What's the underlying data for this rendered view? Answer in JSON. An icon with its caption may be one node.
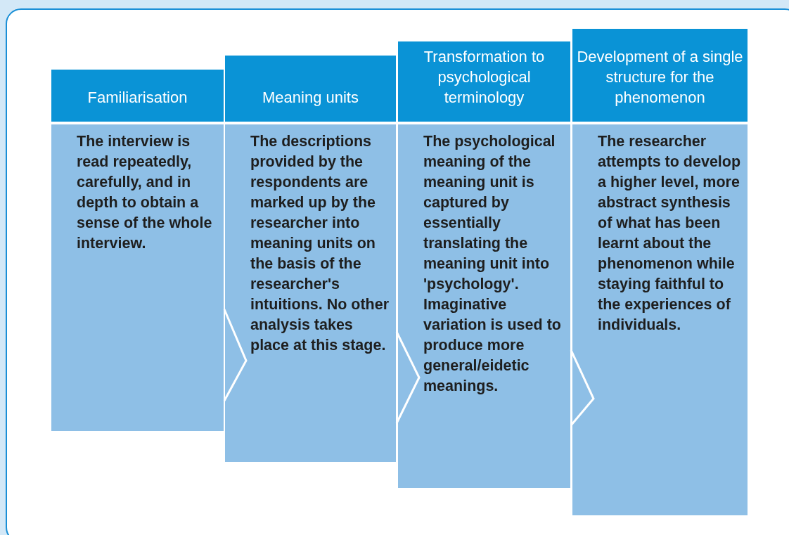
{
  "diagram": {
    "nodes": [
      {
        "text": [
          "Familiarisation"
        ]
      },
      {
        "text": [
          "The interview is read repeatedly, carefully, and in depth to obtain a sense of the whole interview."
        ]
      },
      {
        "text": [
          "Meaning units"
        ]
      },
      {
        "text": [
          "The descriptions provided by the respondents are marked up by the researcher into meaning units on the basis of the researcher's intuitions. No other analysis takes place at this stage."
        ]
      },
      {
        "text": [
          "Transformation to psychological terminology"
        ]
      },
      {
        "text": [
          "The psychological meaning of the meaning unit is captured by essentially translating the meaning unit into 'psychology'. Imaginative variation is used to produce more general/eidetic meanings."
        ]
      },
      {
        "text": [
          "Development of a single structure for the phenomenon"
        ]
      },
      {
        "text": [
          "The researcher attempts to develop a higher level, more abstract synthesis of what has been learnt about the phenomenon while staying faithful to the experiences of individuals."
        ]
      }
    ],
    "edges": [
      {
        "from": 1,
        "to": 3,
        "arrow": "none"
      },
      {
        "from": 3,
        "to": 5,
        "arrow": "none"
      },
      {
        "from": 5,
        "to": 7,
        "arrow": "none"
      }
    ]
  }
}
